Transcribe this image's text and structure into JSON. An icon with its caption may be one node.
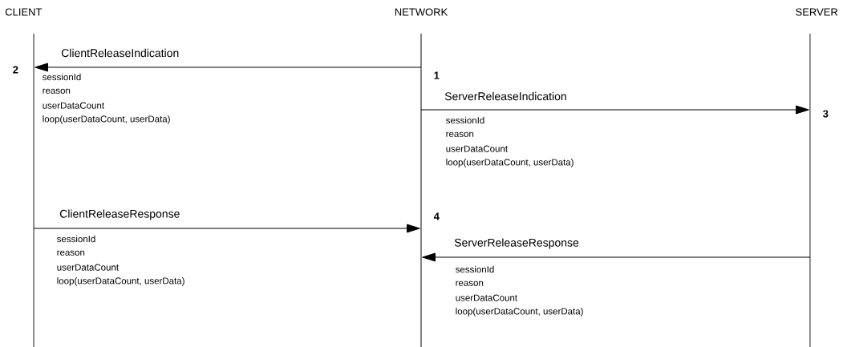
{
  "diagram": {
    "nodes": [
      {
        "text": [
          "CLIENT"
        ]
      },
      {
        "text": [
          "NETWORK"
        ]
      },
      {
        "text": [
          "SERVER"
        ]
      }
    ],
    "edges": [
      {
        "from": 1,
        "to": 0,
        "arrow": "to",
        "label": "ClientReleaseIndication"
      },
      {
        "from": 1,
        "to": 2,
        "arrow": "to",
        "label": "ServerReleaseIndication"
      },
      {
        "from": 0,
        "to": 1,
        "arrow": "to",
        "label": "ClientReleaseResponse"
      },
      {
        "from": 2,
        "to": 1,
        "arrow": "to",
        "label": "ServerReleaseResponse"
      }
    ],
    "labels": [
      "2",
      "1",
      "sessionId",
      "reason",
      "userDataCount",
      "loop(userDataCount, userData)",
      "3",
      "sessionId",
      "reason",
      "userDataCount",
      "loop(userDataCount, userData)",
      "4",
      "sessionId",
      "reason",
      "userDataCount",
      "loop(userDataCount, userData)",
      "sessionId",
      "reason",
      "userDataCount",
      "loop(userDataCount, userData)"
    ]
  }
}
